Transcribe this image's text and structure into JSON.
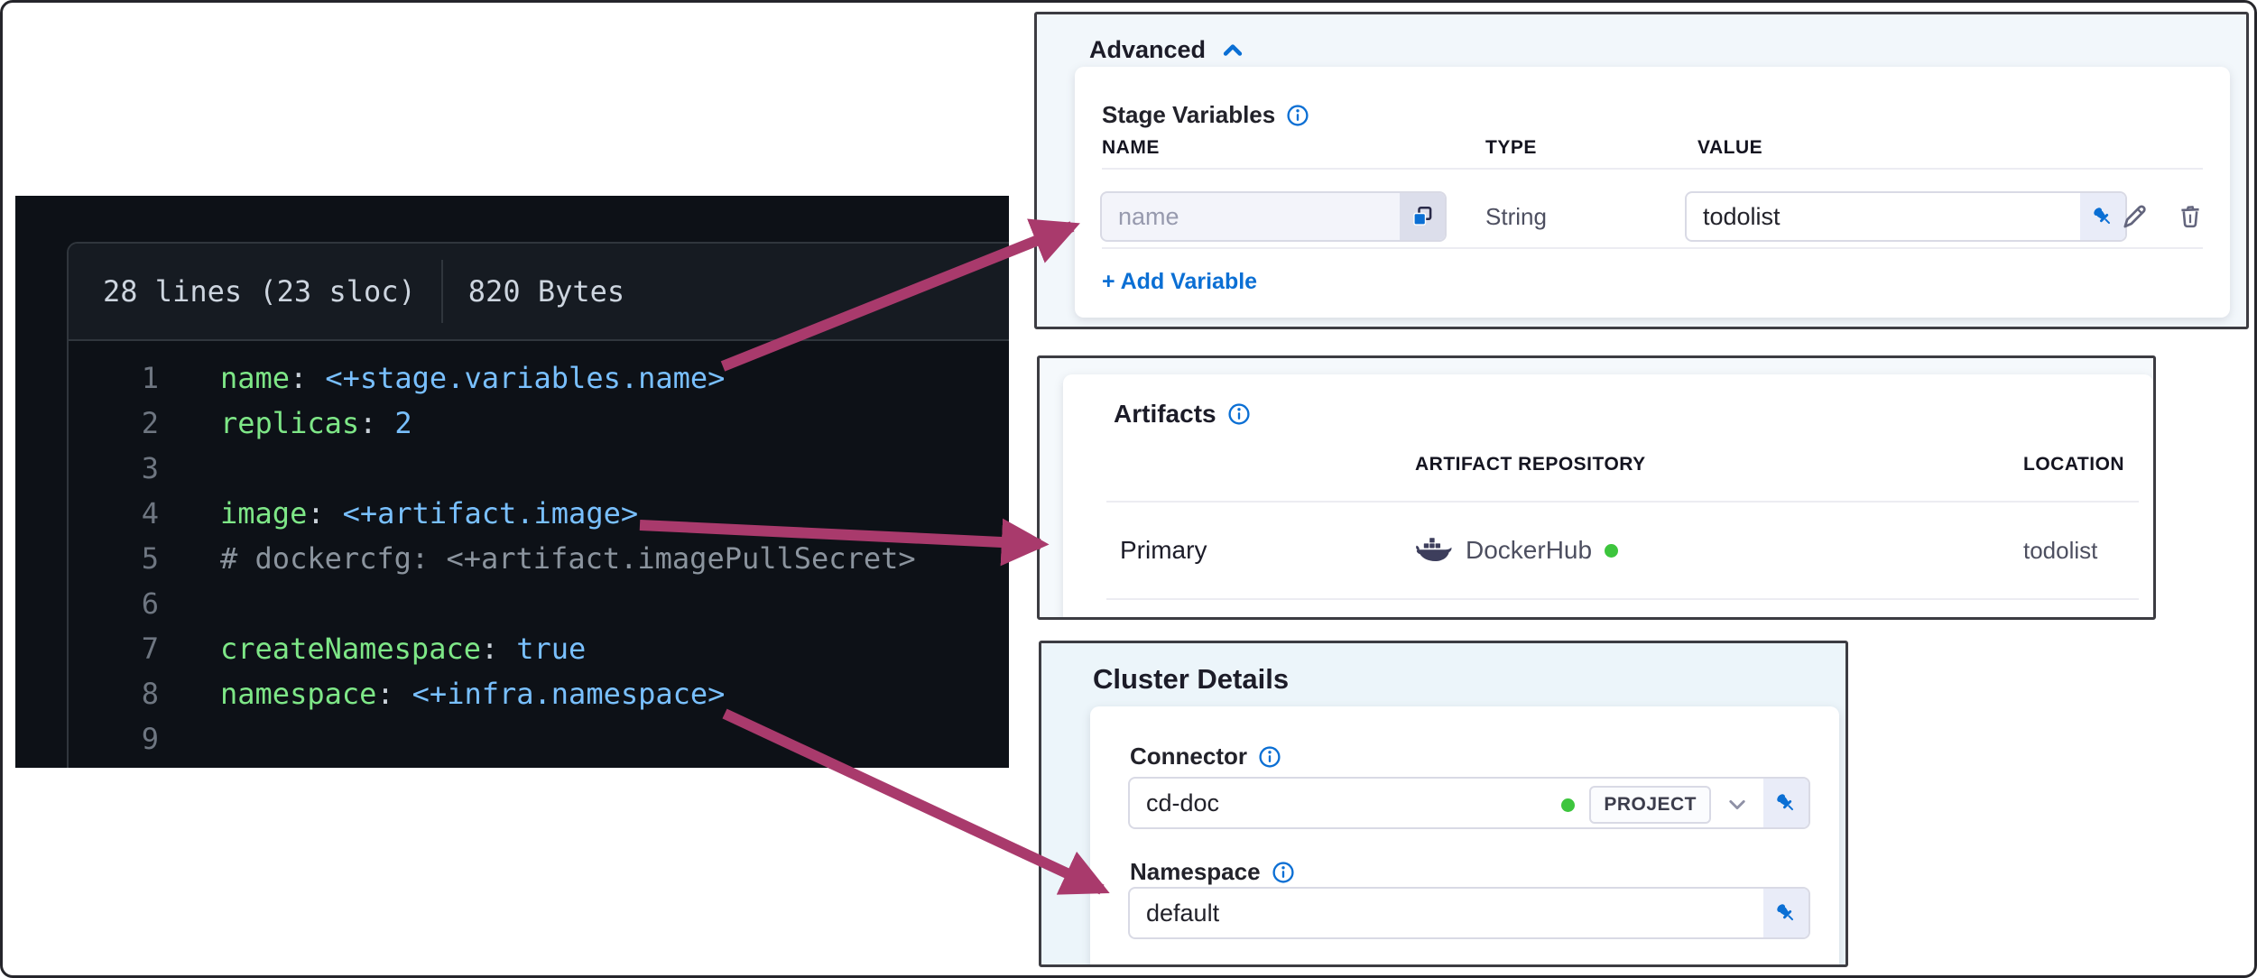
{
  "colors": {
    "accent_blue": "#0b6fd4",
    "arrow": "#a93a6c",
    "code_key_green": "#7ee787",
    "code_value_blue": "#79c0ff",
    "code_comment_gray": "#8b949e",
    "status_green": "#3dc53d"
  },
  "icons": {
    "info-icon": "blue circled i",
    "chevron-up-icon": "blue caret up",
    "chevron-down-icon": "gray caret down",
    "copy-icon": "blue overlapping squares",
    "pin-icon": "blue pushpin",
    "edit-icon": "gray pencil",
    "delete-icon": "gray trash can",
    "docker-whale-icon": "navy docker whale",
    "status-dot": "green dot"
  },
  "code_panel": {
    "header": {
      "lines_info": "28 lines (23 sloc)",
      "size_info": "820 Bytes"
    },
    "lines": [
      {
        "num": "1",
        "key": "name",
        "colon": ":",
        "value": "<+stage.variables.name>"
      },
      {
        "num": "2",
        "key": "replicas",
        "colon": ":",
        "value": "2"
      },
      {
        "num": "3"
      },
      {
        "num": "4",
        "key": "image",
        "colon": ":",
        "value": "<+artifact.image>"
      },
      {
        "num": "5",
        "comment": "# dockercfg: <+artifact.imagePullSecret>"
      },
      {
        "num": "6"
      },
      {
        "num": "7",
        "key": "createNamespace",
        "colon": ":",
        "value": "true"
      },
      {
        "num": "8",
        "key": "namespace",
        "colon": ":",
        "value": "<+infra.namespace>"
      },
      {
        "num": "9"
      }
    ]
  },
  "advanced_panel": {
    "title": "Advanced",
    "stage_variables_label": "Stage Variables",
    "columns": {
      "name": "NAME",
      "type": "TYPE",
      "value": "VALUE"
    },
    "row": {
      "name_placeholder": "name",
      "type": "String",
      "value": "todolist"
    },
    "add_variable_label": "+ Add Variable"
  },
  "artifacts_panel": {
    "title": "Artifacts",
    "columns": {
      "repository": "ARTIFACT REPOSITORY",
      "location": "LOCATION"
    },
    "row": {
      "label": "Primary",
      "repository": "DockerHub",
      "location": "todolist"
    }
  },
  "cluster_panel": {
    "title": "Cluster Details",
    "connector_label": "Connector",
    "connector_value": "cd-doc",
    "connector_scope_badge": "PROJECT",
    "namespace_label": "Namespace",
    "namespace_value": "default"
  }
}
